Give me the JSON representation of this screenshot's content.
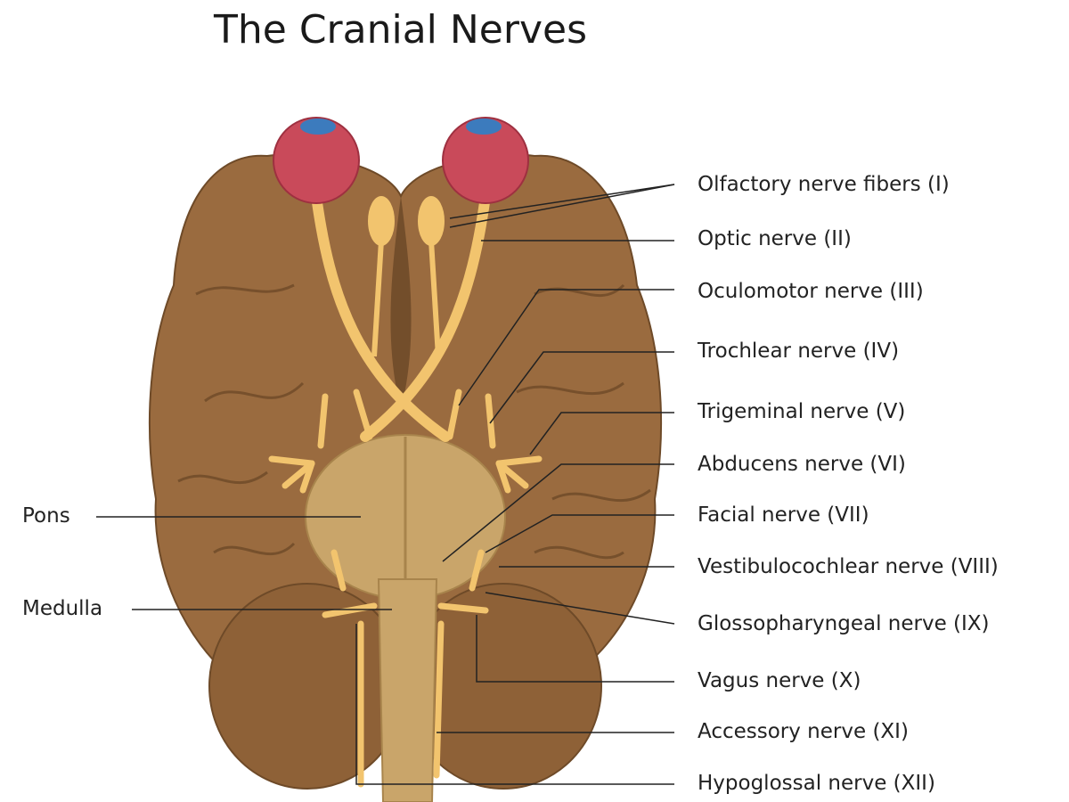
{
  "title": "The Cranial Nerves",
  "labels_right": [
    "Olfactory nerve fibers (I)",
    "Optic nerve (II)",
    "Oculomotor nerve (III)",
    "Trochlear nerve (IV)",
    "Trigeminal nerve (V)",
    "Abducens nerve (VI)",
    "Facial nerve (VII)",
    "Vestibulocochlear nerve (VIII)",
    "Glossopharyngeal nerve (IX)",
    "Vagus nerve (X)",
    "Accessory nerve (XI)",
    "Hypoglossal nerve (XII)"
  ],
  "labels_left": [
    "Pons",
    "Medulla"
  ],
  "colors": {
    "brain": "#9a6b3f",
    "brain_dark": "#6e4a28",
    "nerve": "#f2c46e",
    "stem": "#c9a56a",
    "eye": "#c94a5a",
    "iris": "#3c7bbd"
  }
}
